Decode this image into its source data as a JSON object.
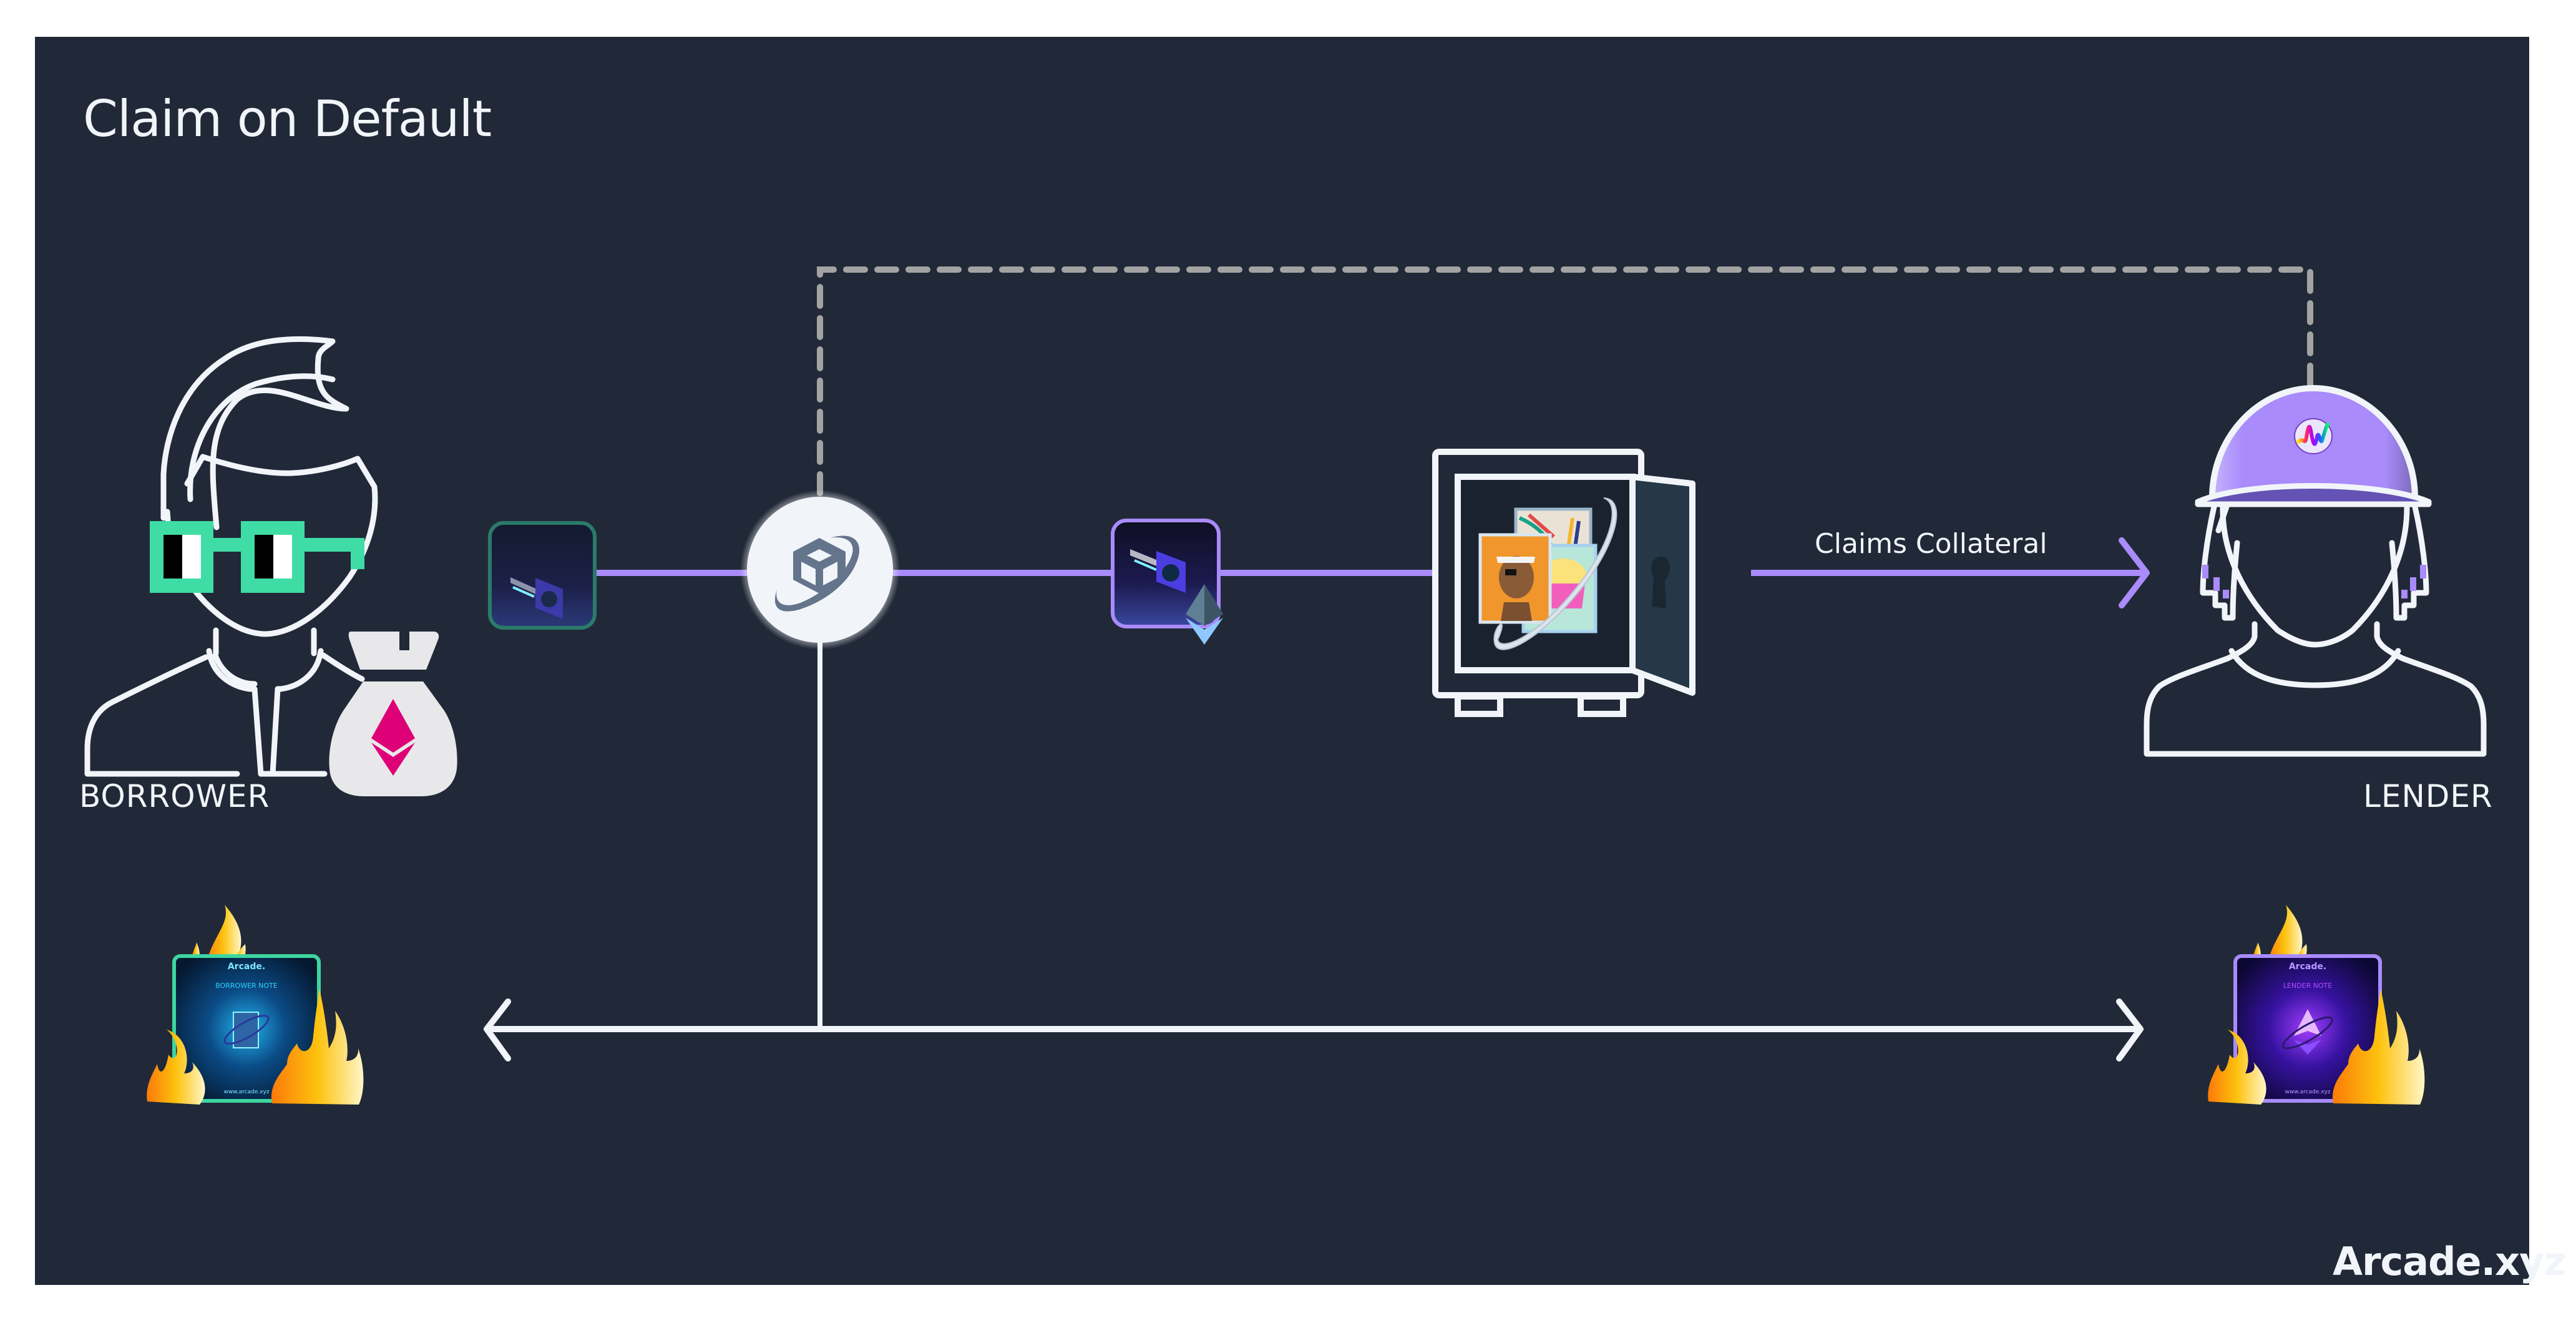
{
  "title": "Claim on Default",
  "nodes": {
    "borrower": {
      "label": "BORROWER",
      "icon": "borrower-avatar-icon",
      "accessory": "eth-money-bag-icon"
    },
    "lender": {
      "label": "LENDER",
      "icon": "lender-avatar-icon",
      "accessory": "cap-logo-icon"
    },
    "protocol_hub": {
      "icon": "arcade-cube-orbit-icon"
    },
    "borrower_note_token": {
      "icon": "borrower-note-token-icon"
    },
    "lender_note_token": {
      "icon": "lender-note-token-icon",
      "badge": "ethereum-icon"
    },
    "vault": {
      "icon": "vault-with-nfts-icon"
    },
    "burned_borrower_note": {
      "icon": "burning-borrower-note-icon",
      "brand": "Arcade.",
      "ring_text": "BORROWER NOTE",
      "url": "www.arcade.xyz"
    },
    "burned_lender_note": {
      "icon": "burning-lender-note-icon",
      "brand": "Arcade.",
      "ring_text": "LENDER NOTE",
      "url": "www.arcade.xyz"
    }
  },
  "edges": {
    "claims_collateral": {
      "label": "Claims Collateral"
    }
  },
  "footer": {
    "brand": "Arcade.xyz"
  },
  "colors": {
    "background": "#212938",
    "flow_line": "#A98BFB",
    "structure_line": "#F1F5F9",
    "dashed_line": "#A3A3A3",
    "borrower_accent": "#40DCA6",
    "lender_accent": "#A98BFB",
    "eth_pink": "#DD0077"
  }
}
